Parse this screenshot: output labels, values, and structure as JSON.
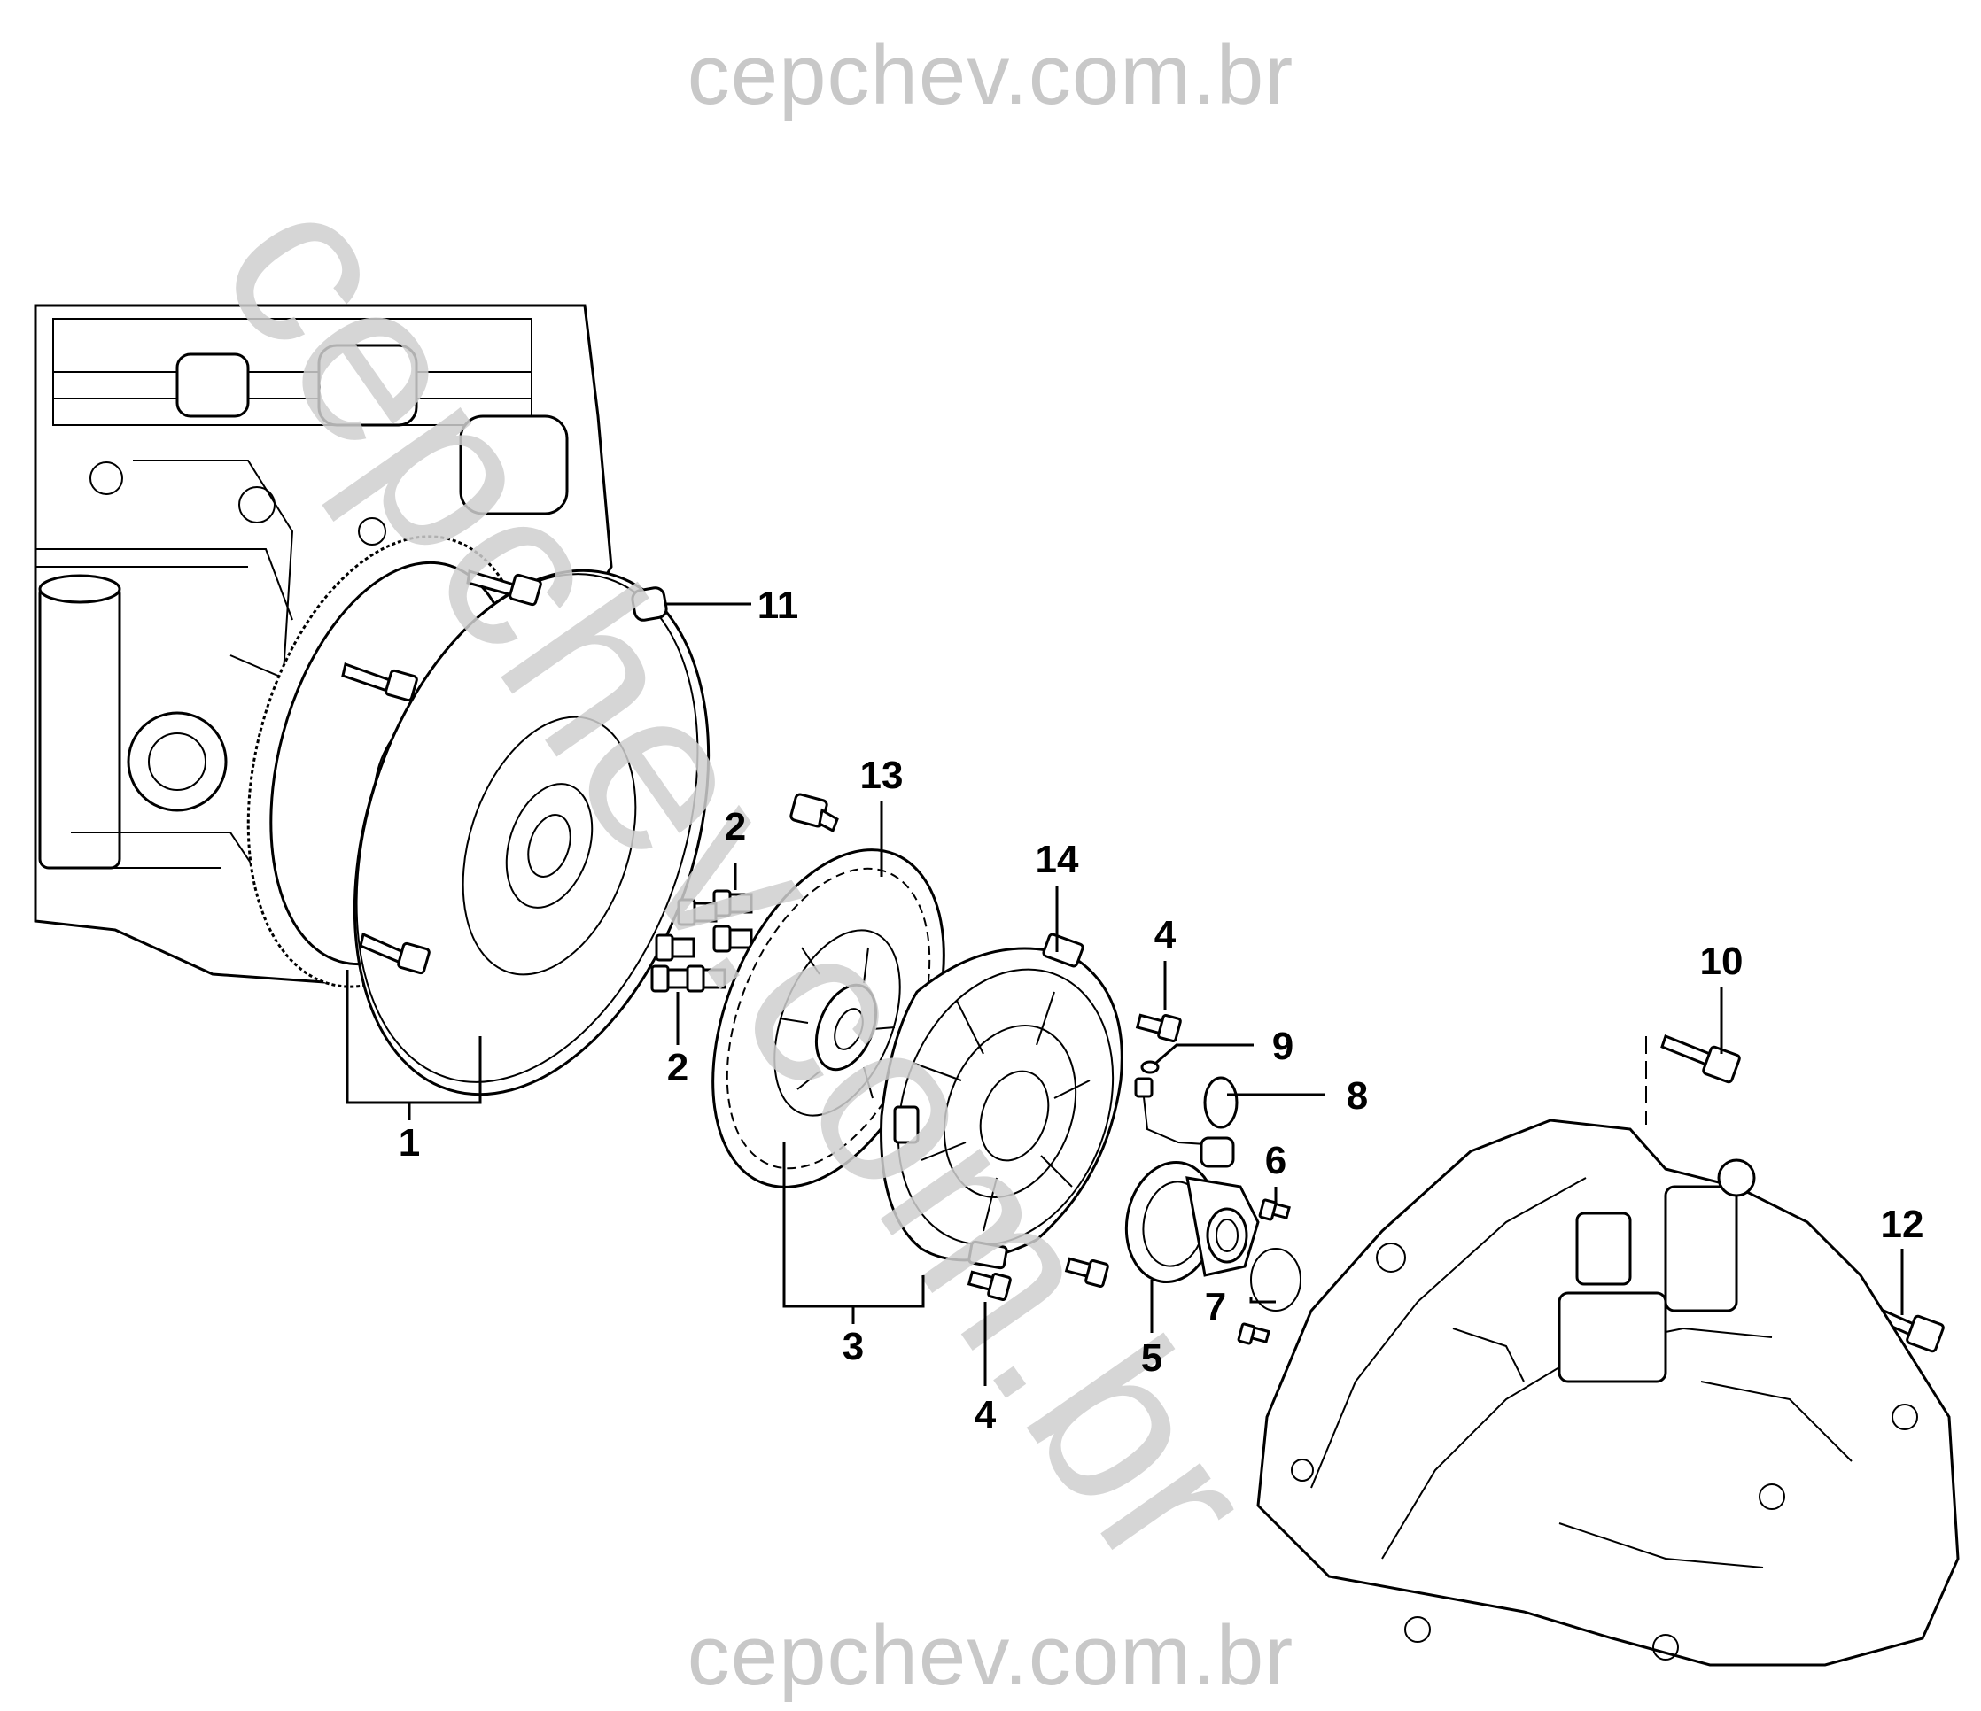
{
  "watermark": {
    "top_text": "cepchev.com.br",
    "bottom_text": "cepchev.com.br",
    "diagonal_text": "cepchev.com.br"
  },
  "callouts": {
    "c1": "1",
    "c2a": "2",
    "c2b": "2",
    "c3": "3",
    "c4a": "4",
    "c4b": "4",
    "c5": "5",
    "c6": "6",
    "c7": "7",
    "c8": "8",
    "c9": "9",
    "c10": "10",
    "c11": "11",
    "c12": "12",
    "c13": "13",
    "c14": "14"
  }
}
